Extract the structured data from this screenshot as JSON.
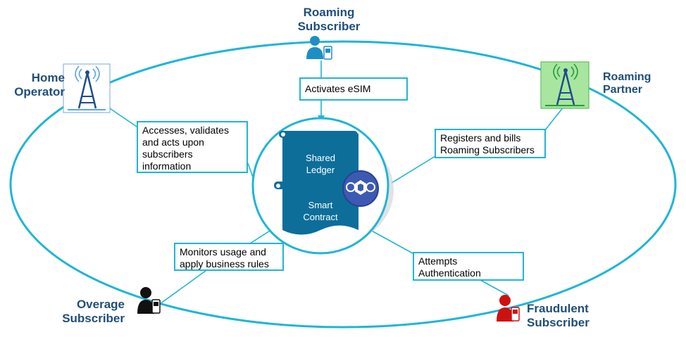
{
  "actors": {
    "roaming_subscriber": {
      "line1": "Roaming",
      "line2": "Subscriber"
    },
    "home_operator": {
      "line1": "Home",
      "line2": "Operator"
    },
    "roaming_partner": {
      "line1": "Roaming",
      "line2": "Partner"
    },
    "overage_subscriber": {
      "line1": "Overage",
      "line2": "Subscriber"
    },
    "fraudulent_subscriber": {
      "line1": "Fraudulent",
      "line2": "Subscriber"
    }
  },
  "boxes": {
    "activates": "Activates eSIM",
    "accesses": [
      "Accesses, validates",
      "and acts upon",
      "subscribers",
      "information"
    ],
    "registers": [
      "Registers and bills",
      "Roaming Subscribers"
    ],
    "monitors": [
      "Monitors usage and",
      "apply business rules"
    ],
    "attempts": [
      "Attempts",
      "Authentication"
    ]
  },
  "ledger": {
    "top": [
      "Shared",
      "Ledger"
    ],
    "bottom": [
      "Smart",
      "Contract"
    ]
  },
  "colors": {
    "ring": "#1fb5d6",
    "ledger": "#0d6e9a",
    "label": "#1f4e79",
    "subscriber_blue": "#1d8fc4",
    "subscriber_black": "#111111",
    "subscriber_red": "#cc1111",
    "partner_green": "#a8e6a0"
  },
  "icons": {
    "tower": "cell-tower-icon",
    "person": "person-with-phone-icon",
    "blockchain": "blockchain-icon"
  }
}
